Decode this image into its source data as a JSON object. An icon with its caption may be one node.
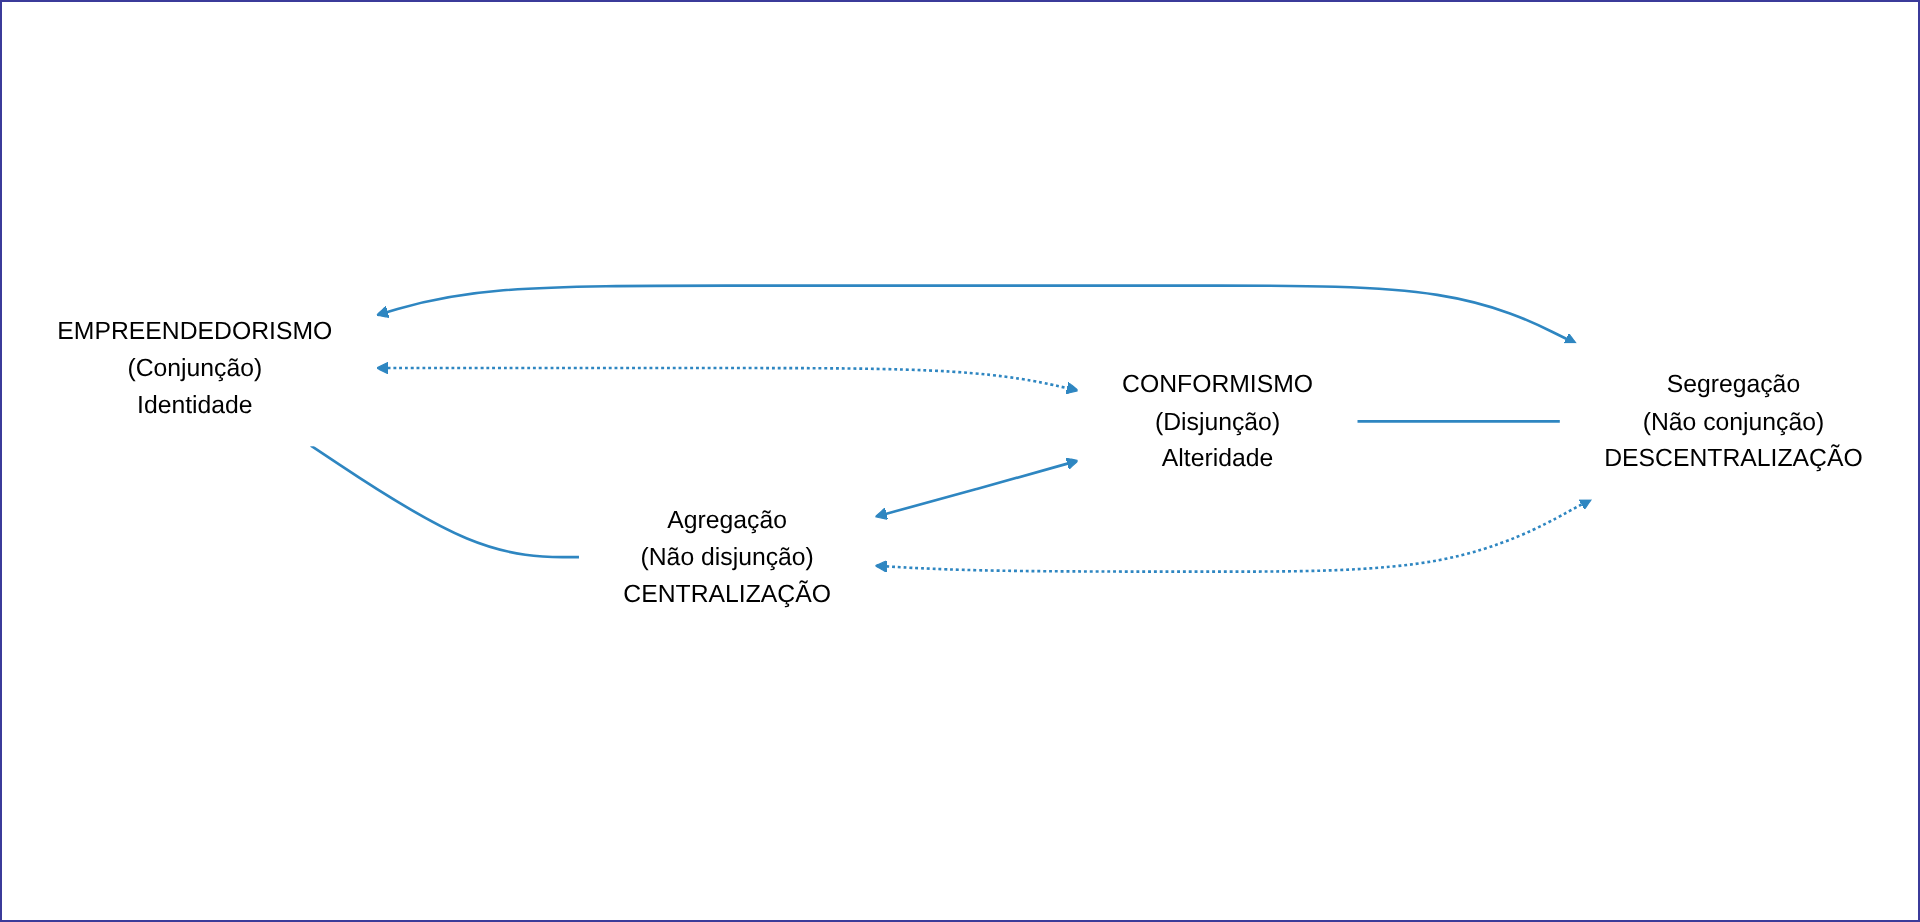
{
  "diagram": {
    "nodes": [
      {
        "text": [
          "EMPREENDEDORISMO",
          "(Conjunção)",
          "Identidade"
        ]
      },
      {
        "text": [
          "CONFORMISMO",
          "(Disjunção)",
          "Alteridade"
        ]
      },
      {
        "text": [
          "Agregação",
          "(Não disjunção)",
          "CENTRALIZAÇÃO"
        ]
      },
      {
        "text": [
          "Segregação",
          "(Não conjunção)",
          "DESCENTRALIZAÇÃO"
        ]
      }
    ],
    "edges": [
      {
        "from": 0,
        "to": 1,
        "arrow": "both",
        "style": "dashed"
      },
      {
        "from": 0,
        "to": 3,
        "arrow": "both"
      },
      {
        "from": 2,
        "to": 1,
        "arrow": "both"
      },
      {
        "from": 0,
        "to": 2,
        "arrow": "none"
      },
      {
        "from": 1,
        "to": 3,
        "arrow": "none"
      },
      {
        "from": 2,
        "to": 3,
        "arrow": "both",
        "style": "dashed"
      }
    ]
  }
}
